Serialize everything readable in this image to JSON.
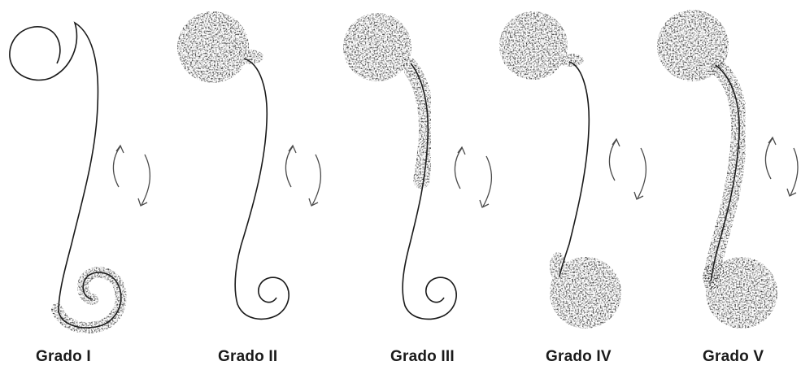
{
  "panels": [
    {
      "label": "Grado I",
      "clusters": {
        "top": false,
        "stalk": false,
        "bottom": "spiral"
      }
    },
    {
      "label": "Grado II",
      "clusters": {
        "top": true,
        "stalk": false,
        "bottom": "none"
      }
    },
    {
      "label": "Grado III",
      "clusters": {
        "top": true,
        "stalk": true,
        "bottom": "none"
      }
    },
    {
      "label": "Grado IV",
      "clusters": {
        "top": true,
        "stalk": false,
        "bottom": "ball"
      }
    },
    {
      "label": "Grado V",
      "clusters": {
        "top": true,
        "stalk": true,
        "bottom": "ball"
      }
    }
  ],
  "colors": {
    "line": "#1a1a1a",
    "cluster": "#2a2a2a",
    "background": "#ffffff"
  }
}
